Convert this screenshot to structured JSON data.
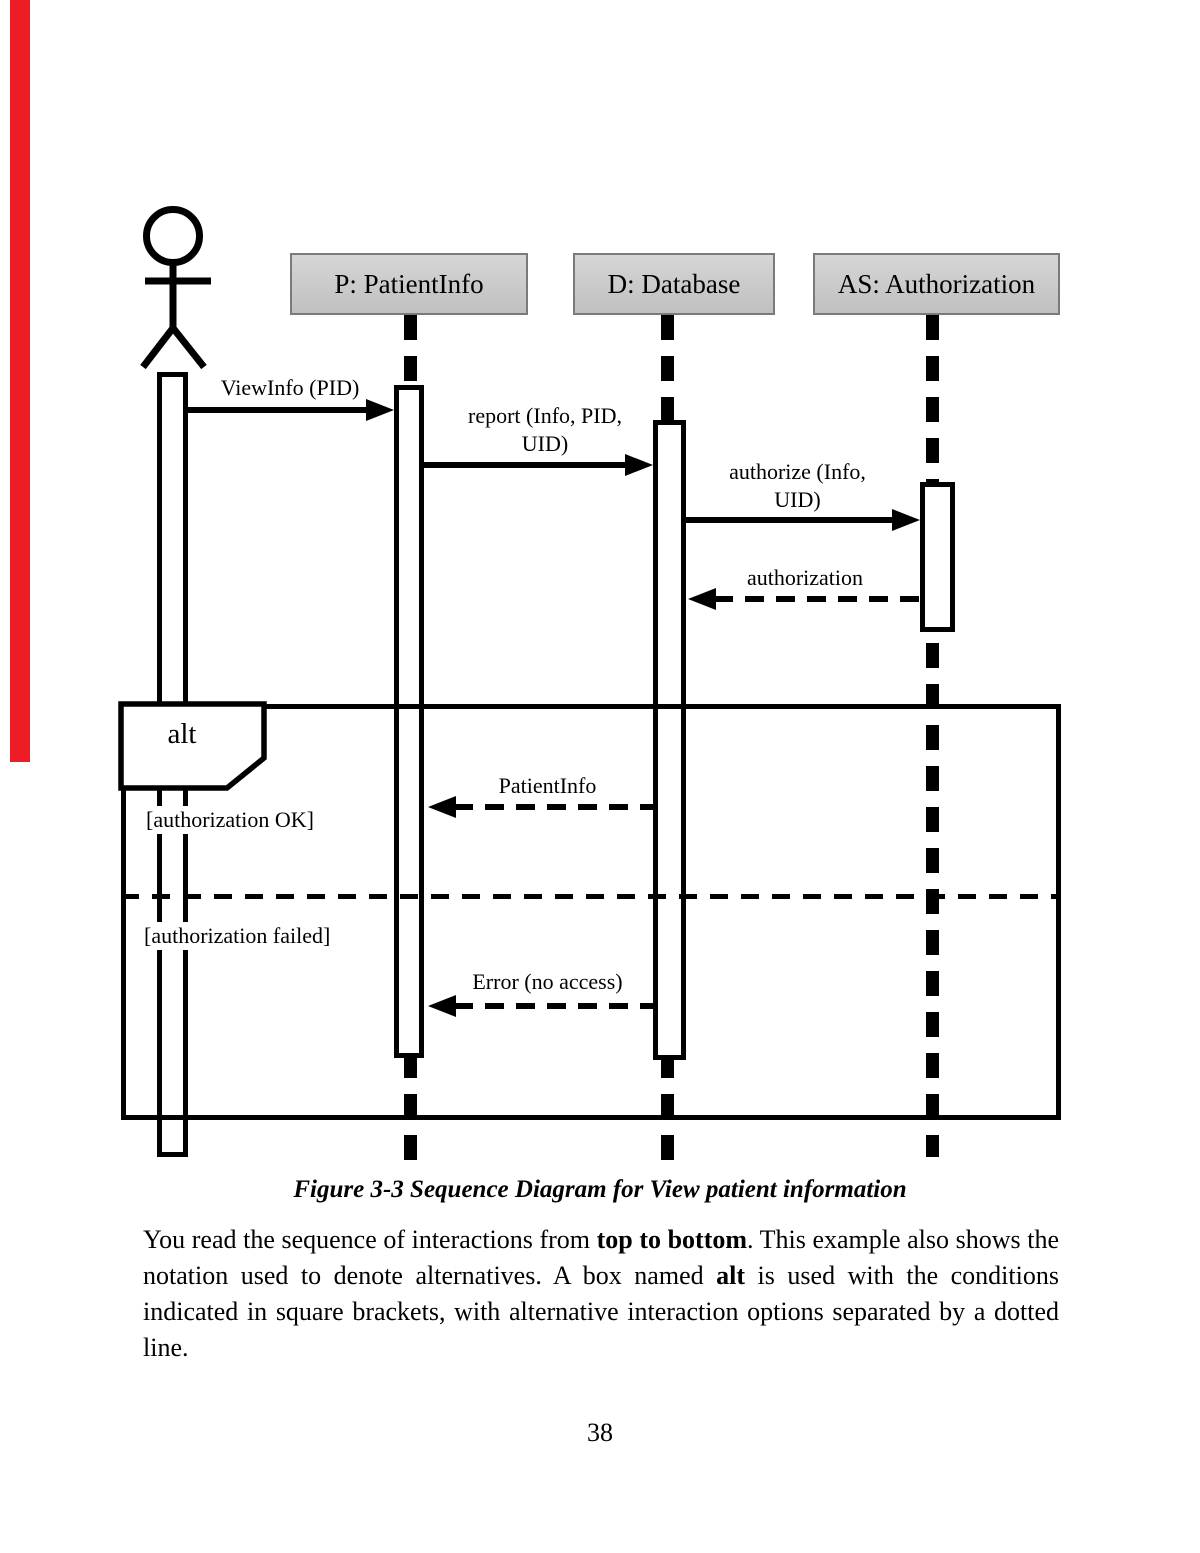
{
  "page": {
    "number": "38"
  },
  "figure": {
    "caption": "Figure 3-3 Sequence Diagram for View patient information",
    "lifelines": [
      {
        "id": "P",
        "label": "P: PatientInfo"
      },
      {
        "id": "D",
        "label": "D: Database"
      },
      {
        "id": "AS",
        "label": "AS: Authorization"
      }
    ],
    "messages": {
      "view_info": "ViewInfo (PID)",
      "report": "report (Info, PID, UID)",
      "authorize": "authorize (Info, UID)",
      "authorization": "authorization",
      "patient_info": "PatientInfo",
      "error": "Error (no access)"
    },
    "alt": {
      "label": "alt",
      "guard_ok": "[authorization OK]",
      "guard_failed": "[authorization failed]"
    },
    "colors": {
      "change_bar": "#ee1c25",
      "lifeline_head_fill": "#cbcbcb",
      "line": "#000000"
    }
  },
  "body_text": {
    "seg1": "You read the sequence of interactions from ",
    "seg2": "top to bottom",
    "seg3": ". This example also shows the notation used to denote alternatives. A box named ",
    "seg4": "alt",
    "seg5": " is used with the conditions indicated in square brackets, with alternative interaction options separated by a dotted line."
  }
}
